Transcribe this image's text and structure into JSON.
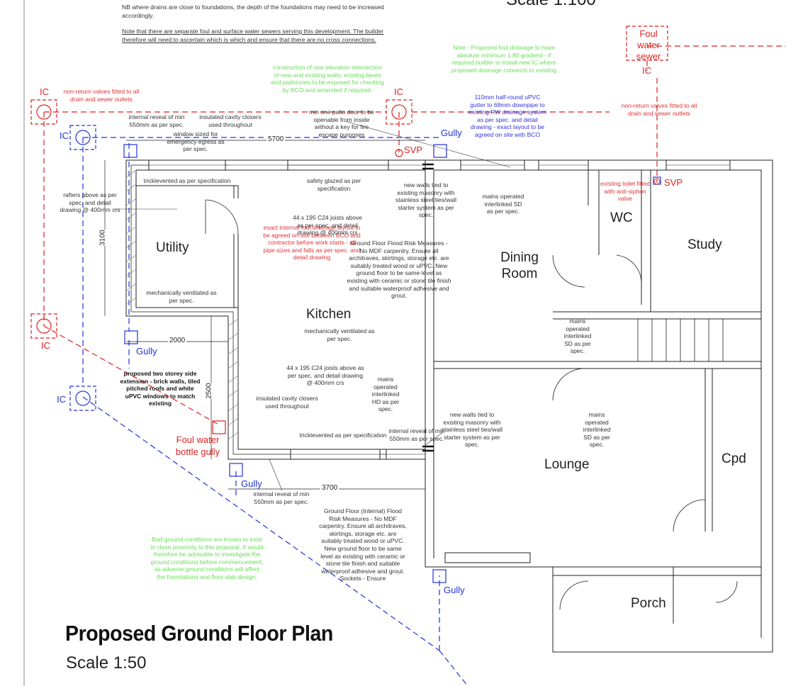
{
  "plan": {
    "title": "Proposed Ground Floor Plan",
    "scale": "Scale 1:50",
    "top_scale_fragment": "Scale 1:100"
  },
  "header_notes": {
    "foundations": "NB where drains are close to foundations, the depth of the foundations may need to be increased accordingly.",
    "sewers": "Note that there are separate foul and surface water sewers serving this development.  The builder therefore will need to ascertain which is which and ensure that there are no cross connections."
  },
  "rooms": {
    "utility": "Utility",
    "kitchen": "Kitchen",
    "dining_room": "Dining Room",
    "wc": "WC",
    "study": "Study",
    "lounge": "Lounge",
    "cpd": "Cpd",
    "porch": "Porch"
  },
  "drainage_labels": {
    "ic": "IC",
    "gully": "Gully",
    "svp": "SVP",
    "foul_water_sewer": "Foul water sewer",
    "foul_water_bottle_gully": "Foul water bottle gully"
  },
  "dimensions": {
    "top_width": "5700",
    "utility_height": "3100",
    "utility_bottom": "2000",
    "kitchen_side": "2500",
    "kitchen_bottom": "3700"
  },
  "notes": {
    "green_rear_elevation": "construction of rear elevation intersection of new and existing walls, existing beam and padstones to be exposed for checking by BCO and amended if required.",
    "green_foul_gradient": "Note - Proposed foul drainage to have absolute minimum 1:80 gradient - if required builder to install new IC where proposed drainage connects to existing",
    "green_ground_conditions": "Bad ground conditions are known to exist in close proximity to this proposal.  It would therefore be advisable to investigate the ground conditions before commencement, as adverse ground conditions will affect the foundations and floor slab design.",
    "red_nonreturn_left": "non-return valves fitted to all drain and sewer outlets",
    "red_nonreturn_right": "non-return valves fitted to all drain and sewer outlets",
    "red_existing_toilet": "existing toilet fitted with anti-siphon valve",
    "red_internal_foul": "exact internal foul drainage layout to be agreed on site between BCO and contractor before work starts - all pipe sizes and falls as per spec. and detail drawing",
    "blue_gutter": "110mm half-round uPVC gutter to 68mm downpipe to existing RW drainage system as per spec. and detail drawing - exact layout to be agreed on site with BCO",
    "internal_reveal_top": "internal reveal of min 550mm as per spec.",
    "cavity_closers_top": "insulated cavity closers used throughout",
    "window_egress": "window sized for emergency egress as per spec.",
    "patio_door": "min one patio door to be openable from inside without a key for fire escape purposes",
    "trickle_top": "tricklevented as per specification",
    "safety_glazed": "safety glazed as per specification",
    "new_walls_top": "new walls tied to existing masonry with stainless steel ties/wall starter system as per spec.",
    "mains_sd_dining": "mains operated interlinked SD as per spec.",
    "rafters": "rafters above as per spec. and detail drawing @ 400mm crs",
    "joists_top": "44 x 195 C24 joists above as per spec. and detail drawing @ 400mm crs",
    "flood_top": "Ground Floor Flood Risk Measures - No MDF carpentry. Ensure all architraves, skirtings, storage etc. are suitably treated wood or uPVC. New ground floor to be same level as existing with ceramic or stone tile finish and suitable waterproof adhesive and grout.",
    "mech_vent_utility": "mechanically ventilated as per spec.",
    "mech_vent_kitchen": "mechanically ventilated as per spec.",
    "mains_sd_hall": "mains operated interlinked SD as per spec.",
    "proposed_extension": "proposed two storey side extension - brick walls, tiled pitched roofs and white uPVC windows to match existing",
    "joists_bottom": "44 x 195 C24 joists above as per spec. and detail drawing @ 400mm crs",
    "mains_hd": "mains operated interlinked HD as per spec.",
    "cavity_closers_bottom": "insulated cavity closers used throughout",
    "trickle_bottom": "tricklevented as per specification",
    "internal_reveal_right": "internal reveal of min 550mm as per spec.",
    "new_walls_bottom": "new walls tied to existing masonry with stainless steel ties/wall starter system as per spec.",
    "mains_sd_lounge": "mains operated interlinked SD as per spec.",
    "internal_reveal_bottom": "internal reveal of min 550mm as per spec.",
    "flood_bottom": "Ground Floor (Internal) Flood Risk Measures - No MDF carpentry. Ensure all architraves, skirtings, storage etc. are suitably treated wood or uPVC. New ground floor to be same level as existing with ceramic or stone tile finish and suitable waterproof adhesive and grout. Sockets - Ensure"
  },
  "colors": {
    "foul_drainage": "#dd2222",
    "surface_drainage": "#2233dd",
    "note_green": "#66dd55",
    "wall_line": "#222222"
  }
}
